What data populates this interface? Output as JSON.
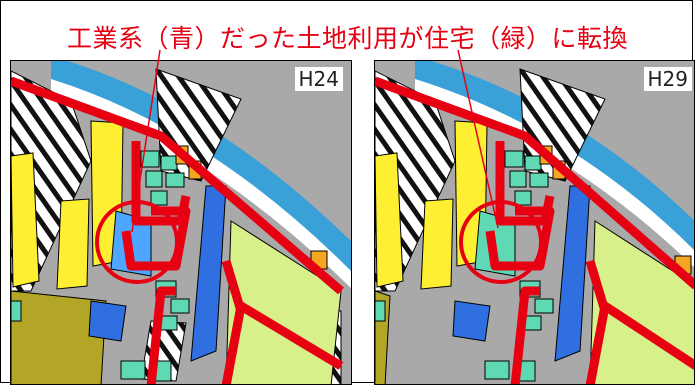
{
  "caption": "工業系（青）だった土地利用が住宅（緑）に転換",
  "panels": [
    {
      "year": "H24",
      "highlighted_block_use": "工業系（青）"
    },
    {
      "year": "H29",
      "highlighted_block_use": "住宅（緑）"
    }
  ],
  "legend_colors": {
    "industrial": "#2f6fe0",
    "residential": "#5fd9b3",
    "commercial": "#f5a623",
    "open_land": "#d8f08a",
    "low_rise_res": "#ffef33",
    "agricultural": "#b3a626",
    "road": "#a9a9a9",
    "river": "#3aa0d8",
    "boundary": "#e60012"
  }
}
